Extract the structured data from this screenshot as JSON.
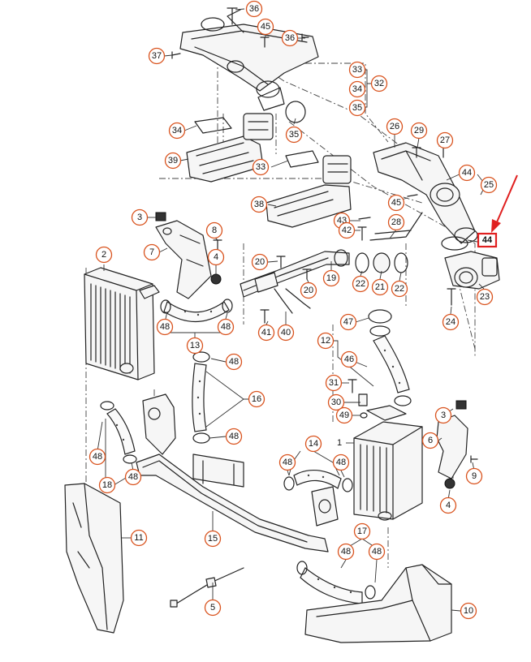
{
  "labels": [
    {
      "text": "36"
    },
    {
      "text": "45"
    },
    {
      "text": "36"
    },
    {
      "text": "37"
    },
    {
      "text": "33"
    },
    {
      "text": "34"
    },
    {
      "text": "35"
    },
    {
      "text": "32"
    },
    {
      "text": "34"
    },
    {
      "text": "35"
    },
    {
      "text": "39"
    },
    {
      "text": "33"
    },
    {
      "text": "26"
    },
    {
      "text": "29"
    },
    {
      "text": "27"
    },
    {
      "text": "44"
    },
    {
      "text": "25"
    },
    {
      "text": "45"
    },
    {
      "text": "38"
    },
    {
      "text": "3"
    },
    {
      "text": "43"
    },
    {
      "text": "28"
    },
    {
      "text": "42"
    },
    {
      "text": "8"
    },
    {
      "text": "7"
    },
    {
      "text": "4"
    },
    {
      "text": "2"
    },
    {
      "text": "20"
    },
    {
      "text": "20"
    },
    {
      "text": "19"
    },
    {
      "text": "22"
    },
    {
      "text": "21"
    },
    {
      "text": "22"
    },
    {
      "text": "23"
    },
    {
      "text": "24"
    },
    {
      "text": "48"
    },
    {
      "text": "48"
    },
    {
      "text": "13"
    },
    {
      "text": "41"
    },
    {
      "text": "40"
    },
    {
      "text": "47"
    },
    {
      "text": "12"
    },
    {
      "text": "48"
    },
    {
      "text": "46"
    },
    {
      "text": "16"
    },
    {
      "text": "31"
    },
    {
      "text": "30"
    },
    {
      "text": "49"
    },
    {
      "text": "48"
    },
    {
      "text": "3"
    },
    {
      "text": "1"
    },
    {
      "text": "6"
    },
    {
      "text": "14"
    },
    {
      "text": "48"
    },
    {
      "text": "48"
    },
    {
      "text": "9"
    },
    {
      "text": "48"
    },
    {
      "text": "18"
    },
    {
      "text": "48"
    },
    {
      "text": "4"
    },
    {
      "text": "11"
    },
    {
      "text": "15"
    },
    {
      "text": "17"
    },
    {
      "text": "48"
    },
    {
      "text": "48"
    },
    {
      "text": "5"
    },
    {
      "text": "10"
    }
  ],
  "highlight": {
    "text": "44",
    "color": "#e02020"
  },
  "colors": {
    "bubble_border": "#d9531e",
    "line": "#222222",
    "highlight": "#e02020"
  }
}
